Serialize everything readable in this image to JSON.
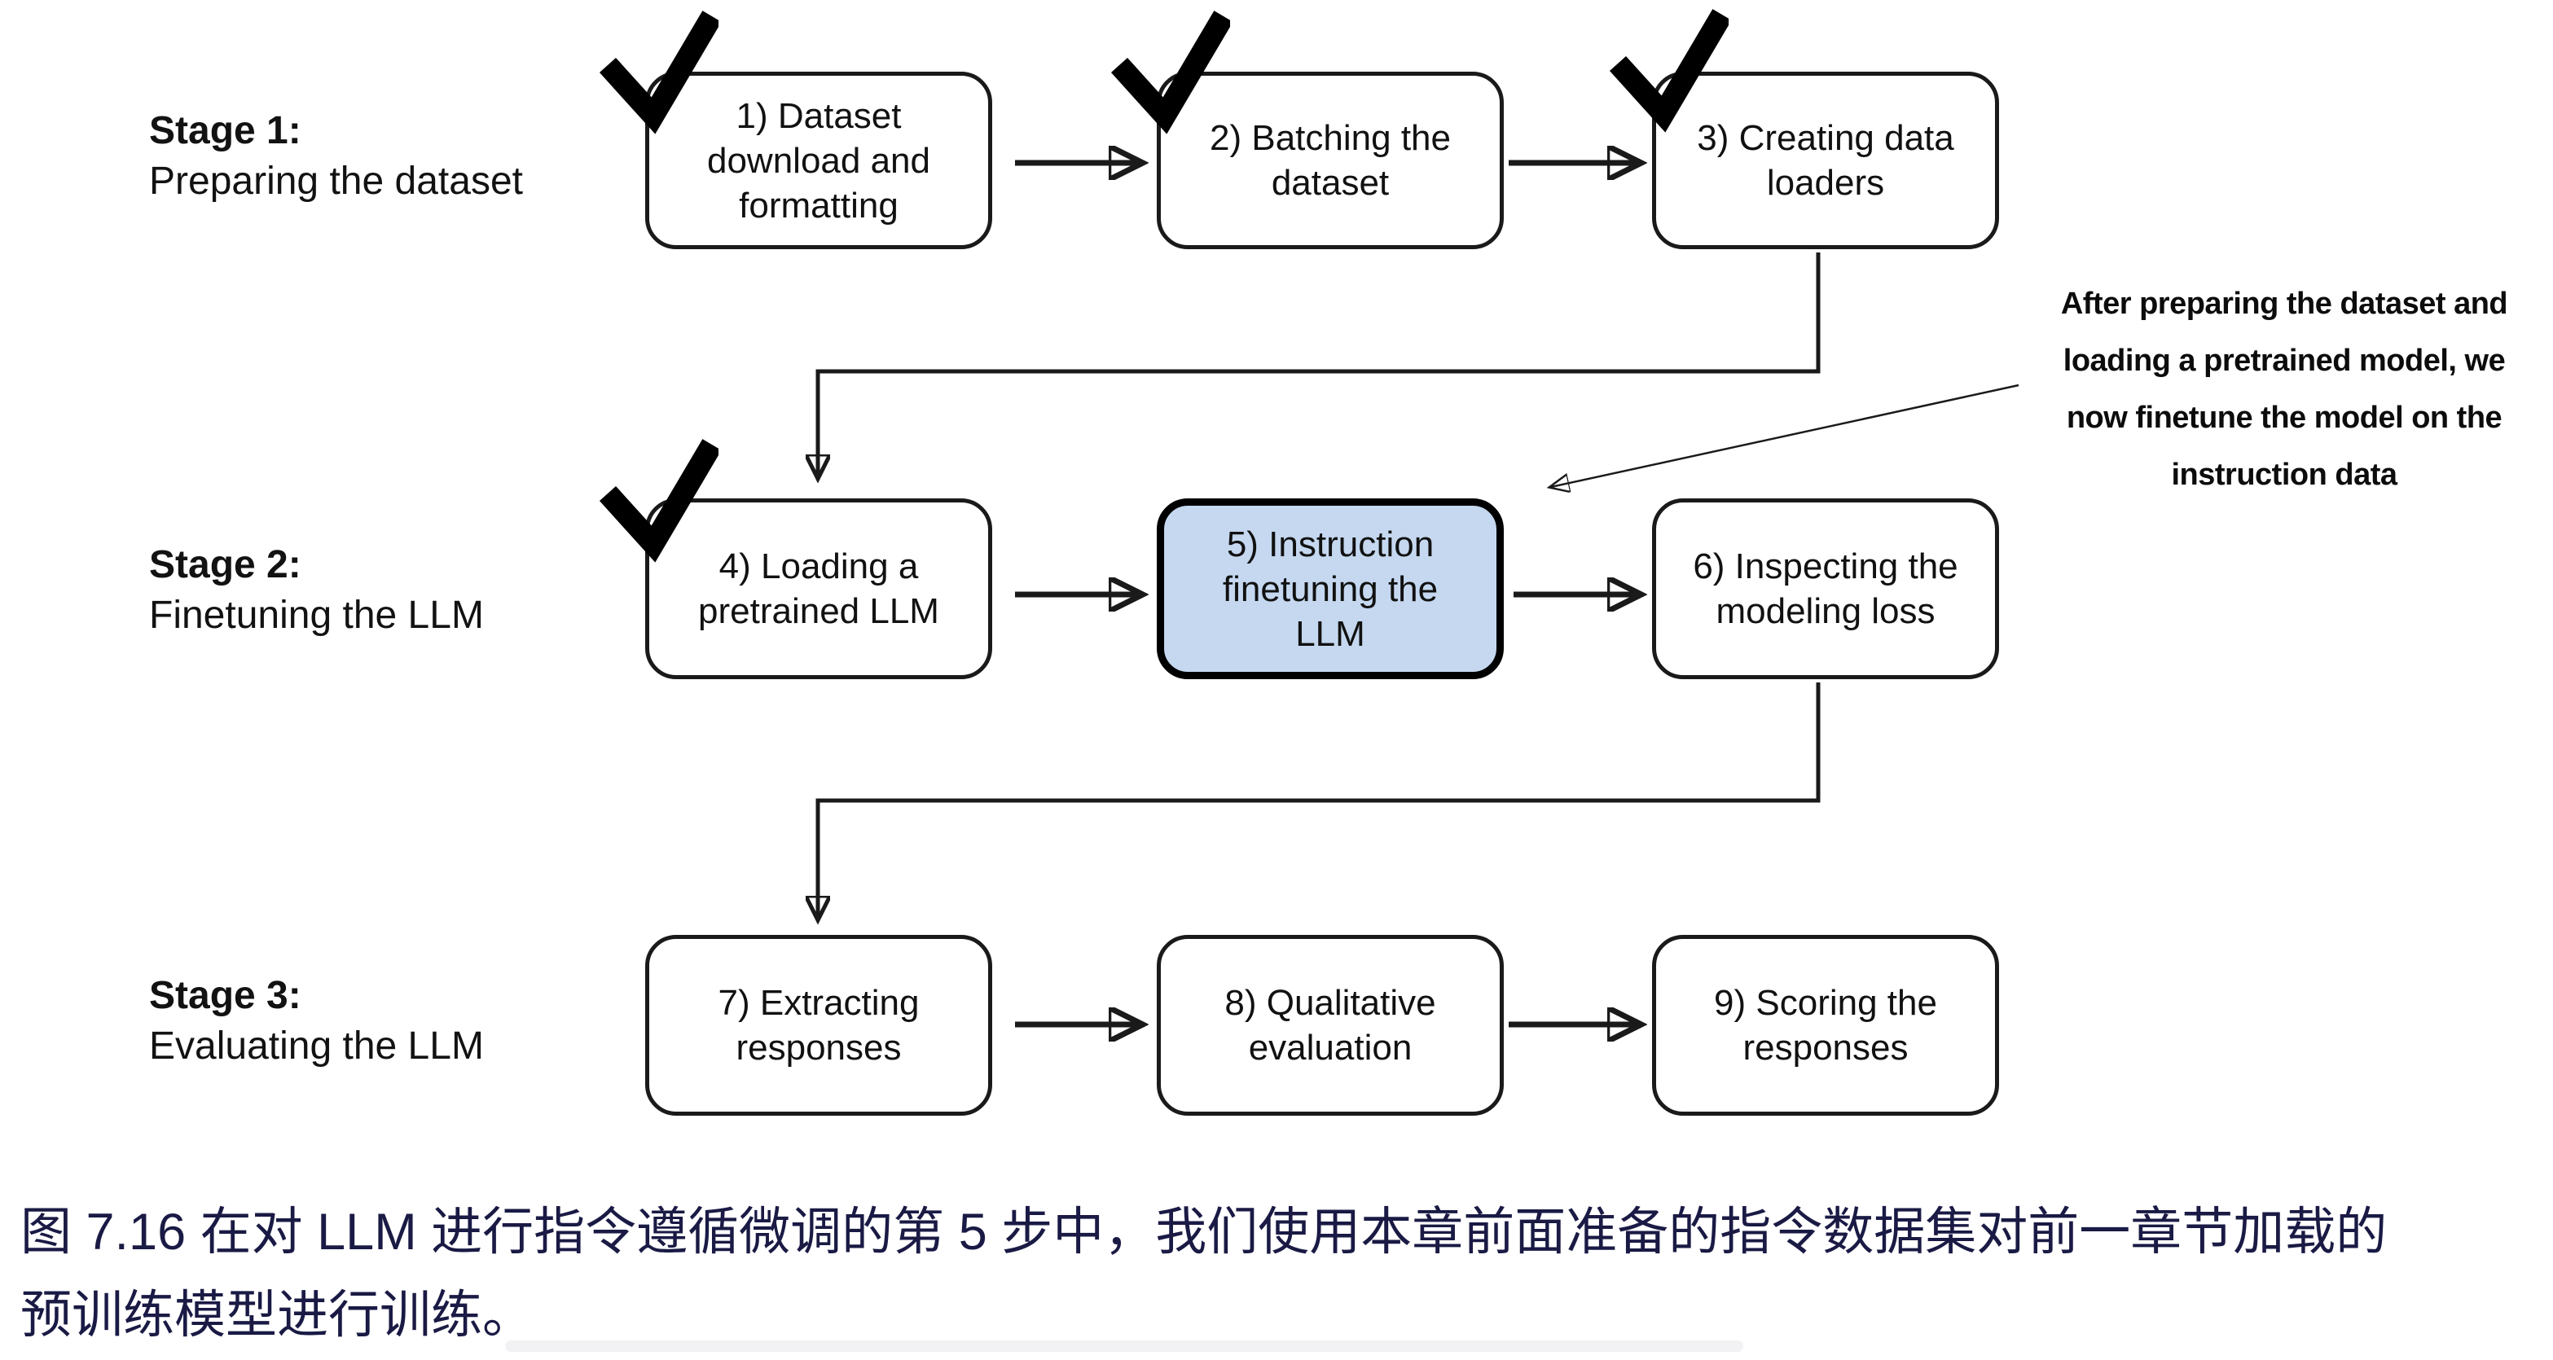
{
  "figure": {
    "stage_labels": [
      {
        "title": "Stage 1:",
        "subtitle": "Preparing the dataset"
      },
      {
        "title": "Stage 2:",
        "subtitle": "Finetuning the LLM"
      },
      {
        "title": "Stage 3:",
        "subtitle": "Evaluating the LLM"
      }
    ],
    "boxes": [
      {
        "id": 1,
        "text": "1) Dataset download and formatting",
        "checked": true,
        "highlighted": false
      },
      {
        "id": 2,
        "text": "2) Batching the dataset",
        "checked": true,
        "highlighted": false
      },
      {
        "id": 3,
        "text": "3) Creating data loaders",
        "checked": true,
        "highlighted": false
      },
      {
        "id": 4,
        "text": "4) Loading a pretrained LLM",
        "checked": true,
        "highlighted": false
      },
      {
        "id": 5,
        "text": "5) Instruction finetuning the LLM",
        "checked": false,
        "highlighted": true
      },
      {
        "id": 6,
        "text": "6) Inspecting the modeling loss",
        "checked": false,
        "highlighted": false
      },
      {
        "id": 7,
        "text": "7) Extracting responses",
        "checked": false,
        "highlighted": false
      },
      {
        "id": 8,
        "text": "8) Qualitative evaluation",
        "checked": false,
        "highlighted": false
      },
      {
        "id": 9,
        "text": "9) Scoring the responses",
        "checked": false,
        "highlighted": false
      }
    ],
    "annotation": {
      "line1": "After preparing the dataset and",
      "line2": "loading a pretrained model, we",
      "line3": "now finetune the model on the",
      "line4": "instruction data"
    },
    "colors": {
      "highlight_fill": "#c5d8f0",
      "box_border": "#1a1a1a",
      "check_color": "#000000",
      "caption_color": "#1a1a45"
    }
  },
  "caption": {
    "line1": "图 7.16 在对 LLM 进行指令遵循微调的第 5 步中，我们使用本章前面准备的指令数据集对前一章节加载的",
    "line2": "预训练模型进行训练。"
  }
}
